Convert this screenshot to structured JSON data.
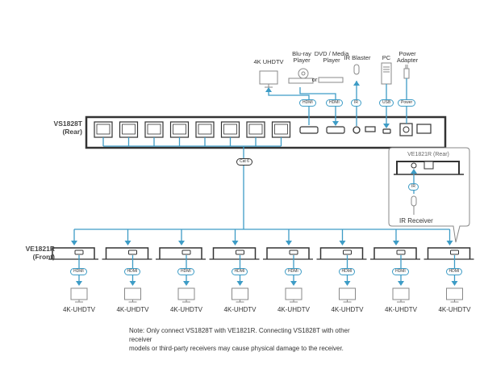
{
  "transmitter": {
    "name": "VS1828T",
    "side": "(Rear)",
    "rj45_port_count": 8,
    "rear_ports": [
      "HDMI",
      "HDMI",
      "IR",
      "USB",
      "Power"
    ]
  },
  "top_sources": [
    {
      "label": "4K UHDTV",
      "cable": "HDMI"
    },
    {
      "label": "Blu-ray Player",
      "cable": "HDMI",
      "joiner": "or"
    },
    {
      "label": "DVD / Media Player",
      "cable": "HDMI"
    },
    {
      "label": "IR Blaster",
      "cable": "IR"
    },
    {
      "label": "PC",
      "cable": "USB"
    },
    {
      "label": "Power Adapter",
      "cable": "Power"
    }
  ],
  "labels": {
    "bluray_line1": "Blu-ray",
    "bluray_line2": "Player",
    "dvd_line1": "DVD / Media",
    "dvd_line2": "Player",
    "uhdtv": "4K UHDTV",
    "ir_blaster": "IR Blaster",
    "pc": "PC",
    "power_line1": "Power",
    "power_line2": "Adapter",
    "or": "or",
    "hdmi": "HDMI",
    "ir": "IR",
    "usb": "USB",
    "power": "Power",
    "cat6": "Cat 6"
  },
  "receiver": {
    "name": "VE1821R",
    "side": "(Front)",
    "rear_callout": "VE1821R (Rear)",
    "ir_tag": "IR",
    "ir_receiver": "IR Receiver",
    "count": 8,
    "output_label": "4K-UHDTV",
    "cable": "HDMI"
  },
  "receivers": [
    {
      "tv": "4K-UHDTV"
    },
    {
      "tv": "4K-UHDTV"
    },
    {
      "tv": "4K-UHDTV"
    },
    {
      "tv": "4K-UHDTV"
    },
    {
      "tv": "4K-UHDTV"
    },
    {
      "tv": "4K-UHDTV"
    },
    {
      "tv": "4K-UHDTV"
    },
    {
      "tv": "4K-UHDTV"
    }
  ],
  "note": {
    "line1": "Note: Only connect VS1828T with VE1821R. Connecting VS1828T with other receiver",
    "line2": "models or third-party receivers may cause physical damage to the receiver."
  },
  "colors": {
    "cable": "#3d9cc6",
    "outline": "#333333",
    "icon": "#888888"
  }
}
